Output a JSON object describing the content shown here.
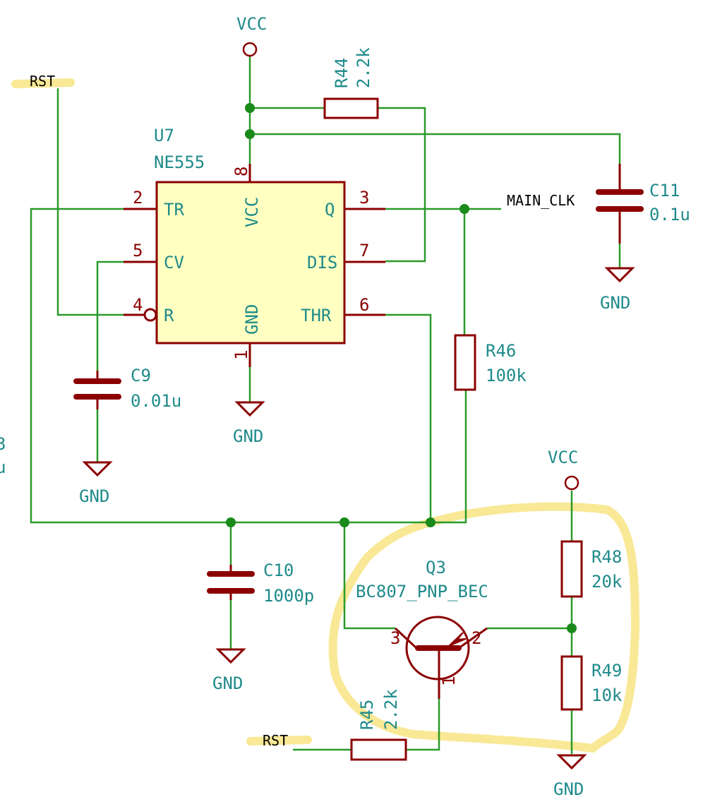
{
  "colors": {
    "wire": "#2a9a2a",
    "component": "#8b0000",
    "label": "#1f8a8a",
    "ic_fill": "#ffffc2",
    "highlight": "#f7e27a"
  },
  "u7": {
    "ref": "U7",
    "value": "NE555",
    "pins": {
      "tr": {
        "num": "2",
        "name": "TR"
      },
      "cv": {
        "num": "5",
        "name": "CV"
      },
      "r": {
        "num": "4",
        "name": "R"
      },
      "vcc": {
        "num": "8",
        "name": "VCC"
      },
      "gnd": {
        "num": "1",
        "name": "GND"
      },
      "q": {
        "num": "3",
        "name": "Q"
      },
      "dis": {
        "num": "7",
        "name": "DIS"
      },
      "thr": {
        "num": "6",
        "name": "THR"
      }
    }
  },
  "power": {
    "vcc": "VCC",
    "gnd": "GND"
  },
  "nets": {
    "rst": "RST",
    "main_clk": "MAIN_CLK"
  },
  "r44": {
    "ref": "R44",
    "value": "2.2k"
  },
  "r45": {
    "ref": "R45",
    "value": "2.2k"
  },
  "r46": {
    "ref": "R46",
    "value": "100k"
  },
  "r48": {
    "ref": "R48",
    "value": "20k"
  },
  "r49": {
    "ref": "R49",
    "value": "10k"
  },
  "c9": {
    "ref": "C9",
    "value": "0.01u"
  },
  "c10": {
    "ref": "C10",
    "value": "1000p"
  },
  "c11": {
    "ref": "C11",
    "value": "0.1u"
  },
  "q3": {
    "ref": "Q3",
    "value": "BC807_PNP_BEC",
    "pins": {
      "base": "3",
      "emitter": "2",
      "collector": "1"
    }
  },
  "cut_off": {
    "top": "3",
    "bottom": "u"
  }
}
